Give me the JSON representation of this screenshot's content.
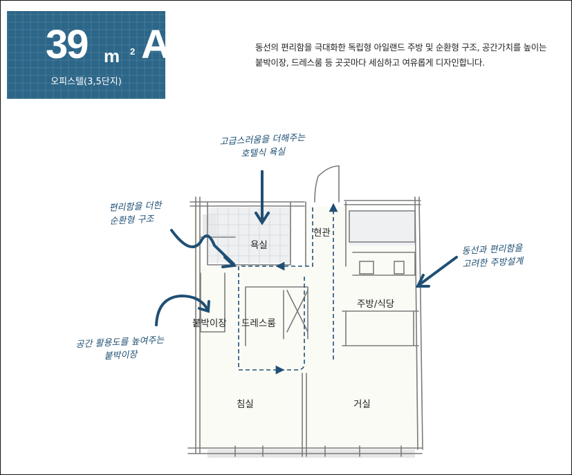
{
  "badge": {
    "area_number": "39",
    "area_unit": "m",
    "area_superscript": "2",
    "type": "A",
    "subtitle": "오피스텔(3,5단지)",
    "bg_color": "#2c6688"
  },
  "description": {
    "lines": [
      "동선의 편리함을 극대화한 독립형 아일랜드 주방 및 순환형 구조, 공간가치를 높이는",
      "붙박이장, 드레스룸 등 곳곳마다 세심하고 여유롭게 디자인합니다."
    ]
  },
  "floor_plan": {
    "rooms": {
      "bathroom": "욕실",
      "entrance": "현관",
      "kitchen_dining": "주방/식당",
      "built_in_closet": "붙박이장",
      "dressroom": "드레스룸",
      "bedroom": "침실",
      "living_room": "거실"
    },
    "annotations": {
      "hotel_bath": [
        "고급스러움을 더해주는",
        "호텔식 욕실"
      ],
      "circulation": [
        "편리함을 더한",
        "순환형 구조"
      ],
      "kitchen": [
        "동선과 편리함을",
        "고려한 주방설계"
      ],
      "closet": [
        "공간 활용도를 높여주는",
        "붙박이장"
      ]
    },
    "accent_color": "#1f4f74",
    "line_color": "#7a7a7a"
  }
}
